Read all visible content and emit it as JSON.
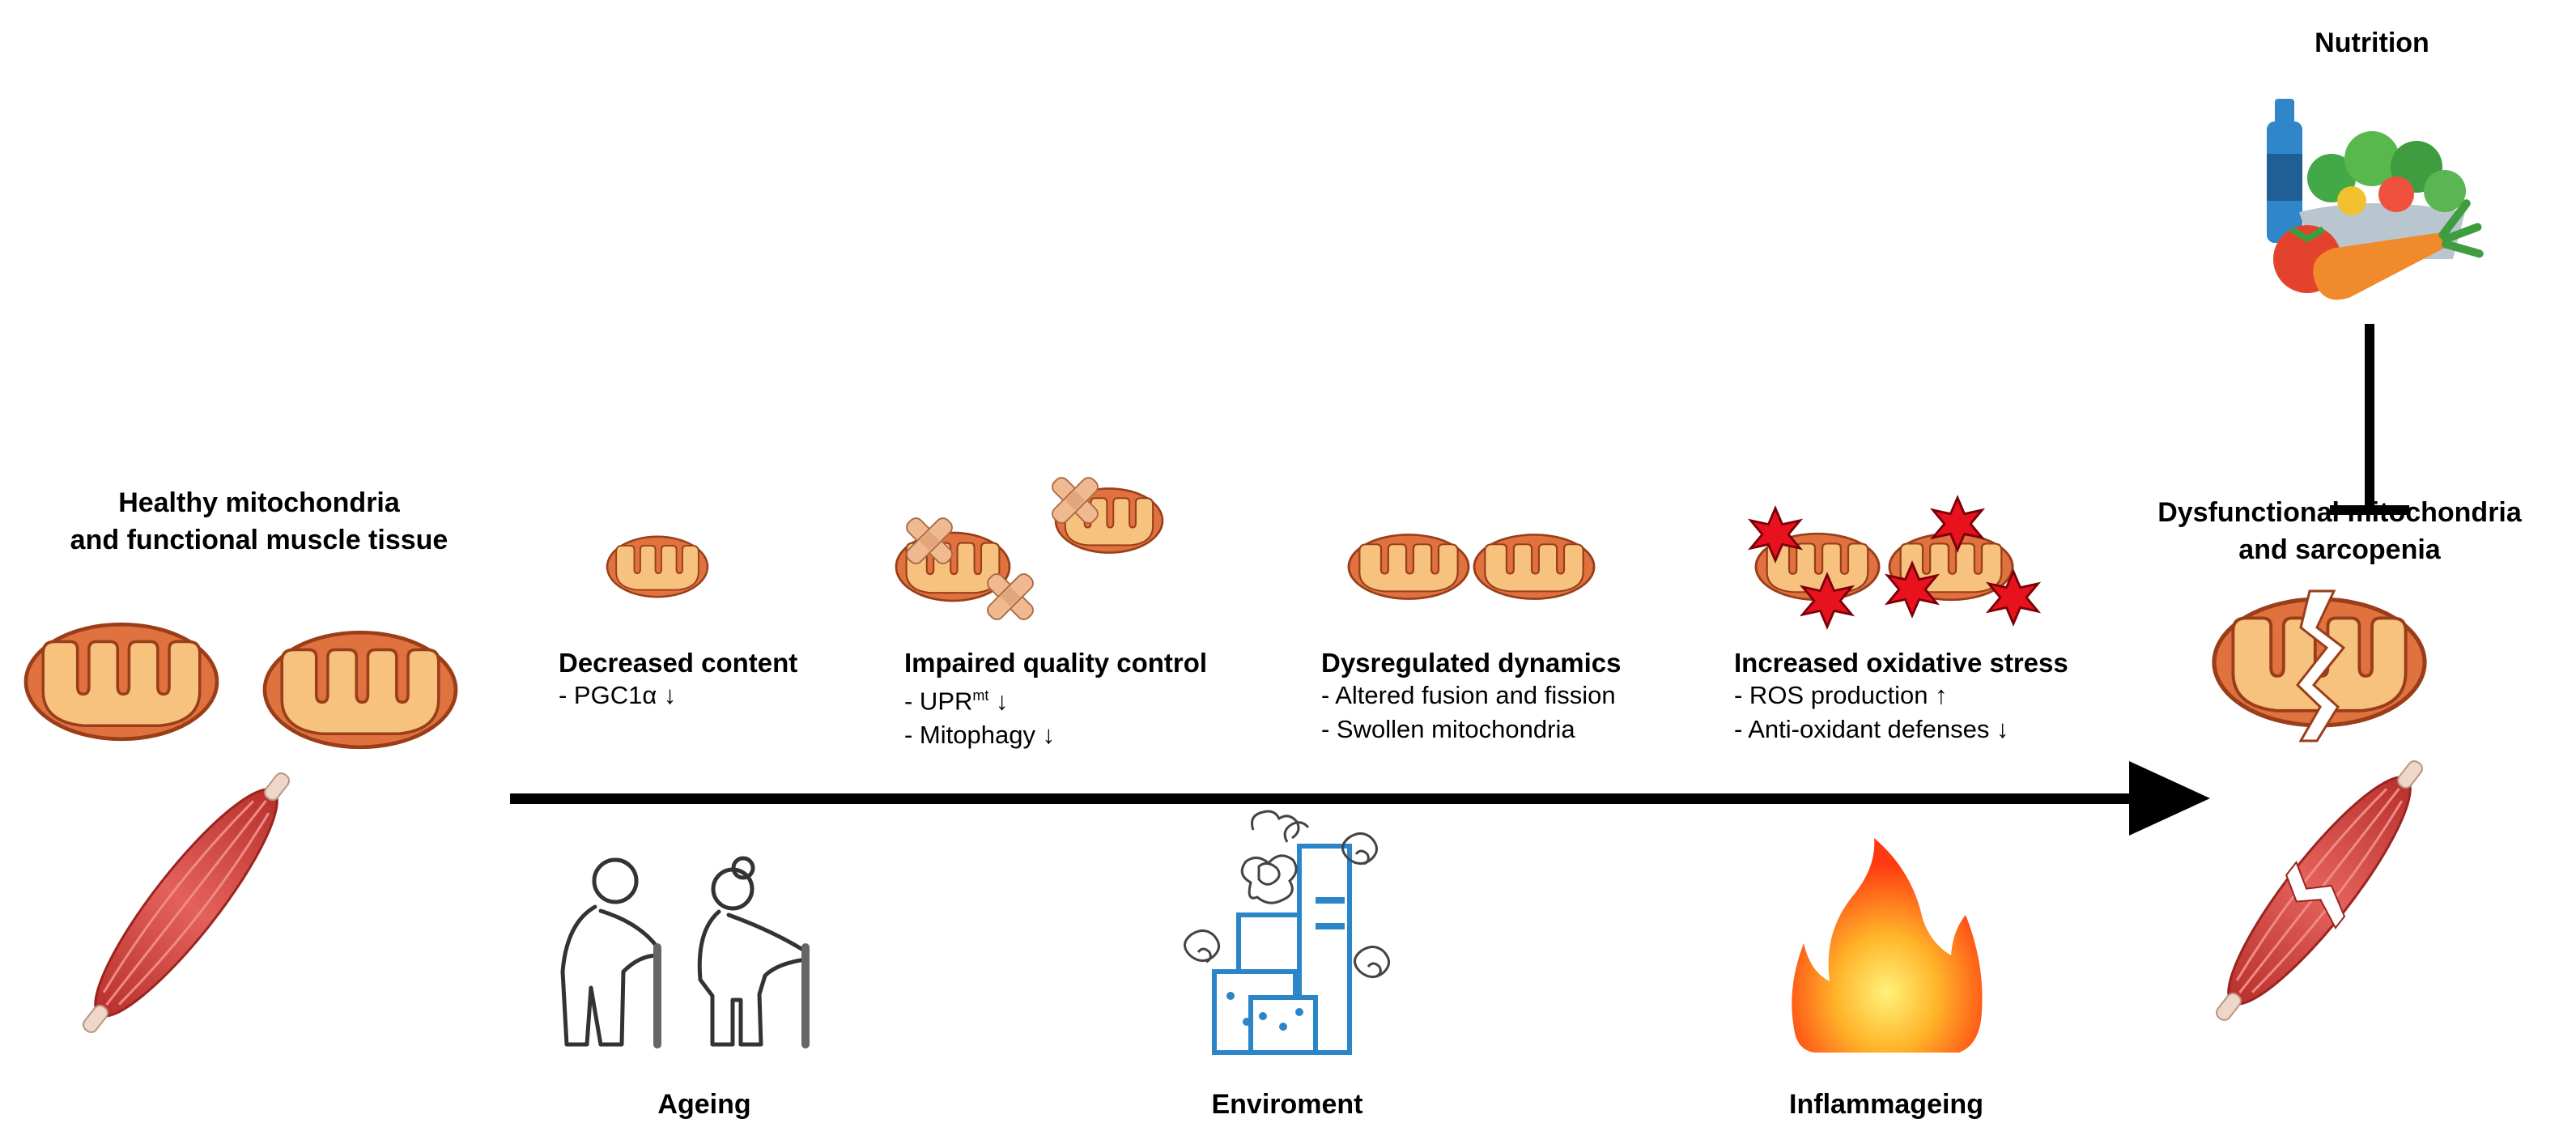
{
  "colors": {
    "mito_outer": "#e0723f",
    "mito_outline": "#9a3e1a",
    "mito_inner": "#f6c27e",
    "muscle": "#d64a45",
    "arrow": "#000000",
    "bandage": "#f0b98f",
    "ros_star": "#e8121e",
    "env_blue": "#2a86c8",
    "flame_outer": "#ff4a14",
    "flame_inner": "#ffd33a"
  },
  "healthy": {
    "title_line1": "Healthy mitochondria",
    "title_line2": "and functional muscle tissue"
  },
  "dysfunctional": {
    "title_line1": "Dysfunctional mitochondria",
    "title_line2": "and sarcopenia"
  },
  "nutrition": {
    "label": "Nutrition"
  },
  "stages": [
    {
      "title": "Decreased content",
      "items": [
        "- PGC1α ↓"
      ]
    },
    {
      "title": "Impaired quality control",
      "items": [
        "- UPR",
        "- Mitophagy ↓"
      ],
      "superscript": "mt",
      "arrow": "↓"
    },
    {
      "title": "Dysregulated dynamics",
      "items": [
        "- Altered fusion and fission",
        "- Swollen mitochondria"
      ]
    },
    {
      "title": "Increased oxidative stress",
      "items": [
        "- ROS production ↑",
        "- Anti-oxidant defenses ↓"
      ]
    }
  ],
  "factors": [
    {
      "label": "Ageing",
      "icon": "elderly-couple-icon"
    },
    {
      "label": "Enviroment",
      "icon": "factory-pollution-icon"
    },
    {
      "label": "Inflammageing",
      "icon": "fire-icon"
    }
  ]
}
